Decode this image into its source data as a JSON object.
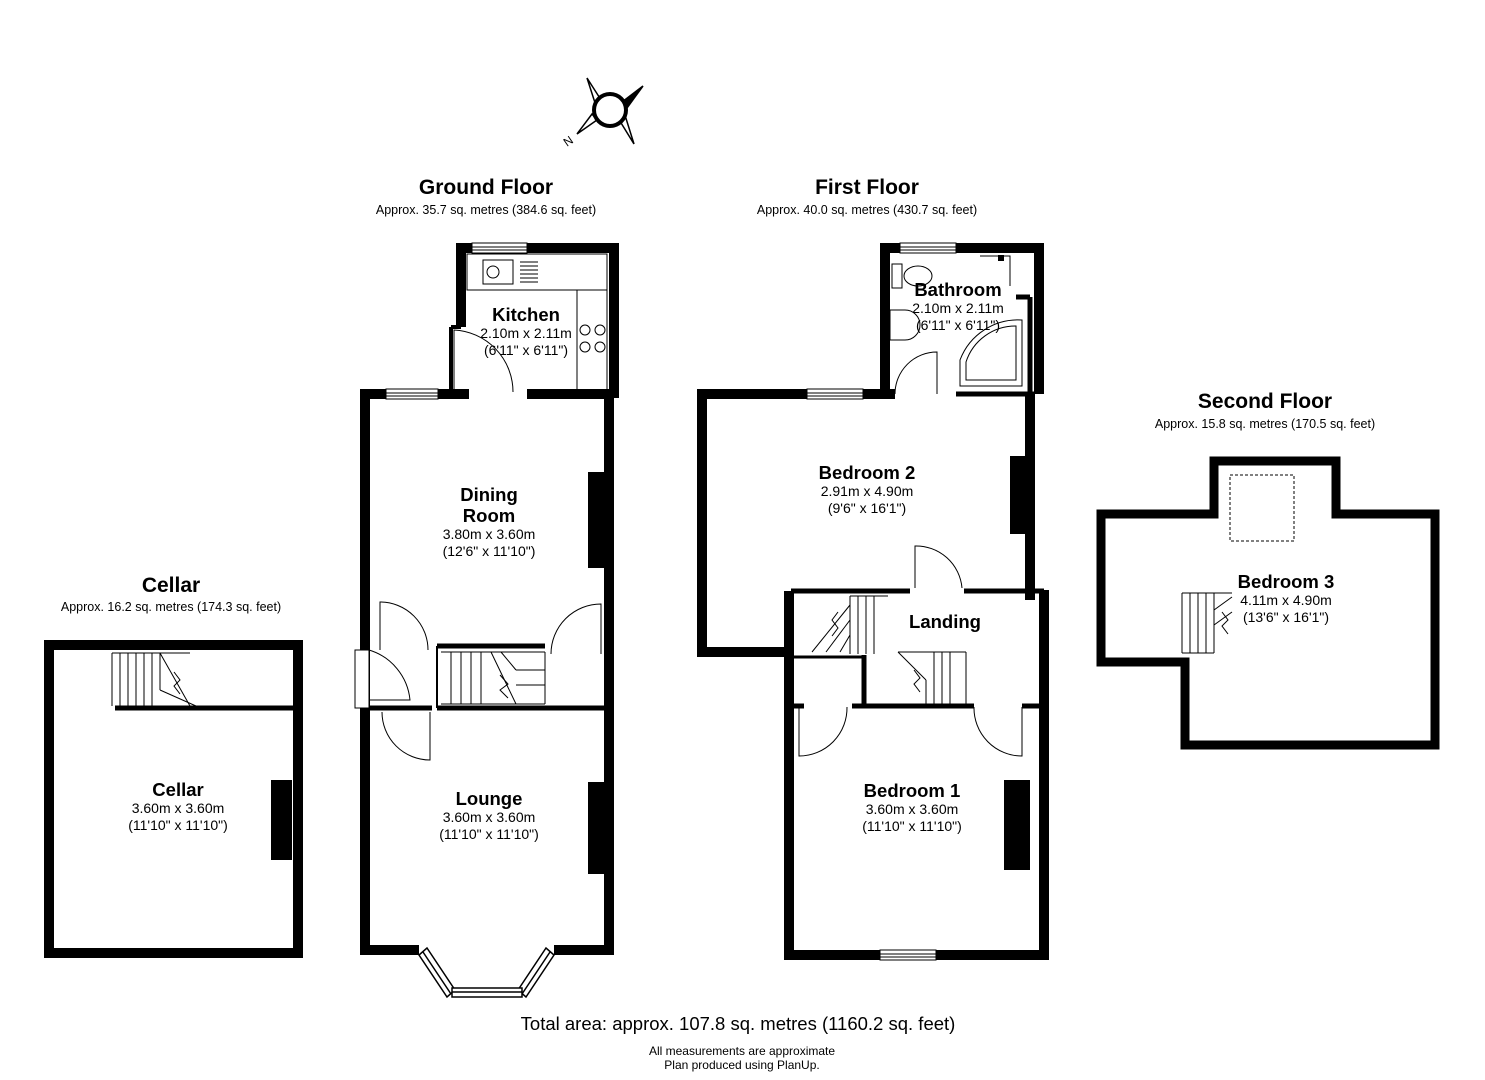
{
  "floors": {
    "ground": {
      "title": "Ground Floor",
      "area": "Approx. 35.7 sq. metres (384.6 sq. feet)"
    },
    "first": {
      "title": "First Floor",
      "area": "Approx. 40.0 sq. metres (430.7 sq. feet)"
    },
    "second": {
      "title": "Second Floor",
      "area": "Approx. 15.8 sq. metres (170.5 sq. feet)"
    },
    "cellar": {
      "title": "Cellar",
      "area": "Approx. 16.2 sq. metres (174.3 sq. feet)"
    }
  },
  "rooms": {
    "kitchen": {
      "name": "Kitchen",
      "metric": "2.10m x 2.11m",
      "imperial": "(6'11\" x 6'11\")"
    },
    "dining": {
      "name_line1": "Dining",
      "name_line2": "Room",
      "metric": "3.80m x 3.60m",
      "imperial": "(12'6\" x 11'10\")"
    },
    "lounge": {
      "name": "Lounge",
      "metric": "3.60m x 3.60m",
      "imperial": "(11'10\" x 11'10\")"
    },
    "cellar": {
      "name": "Cellar",
      "metric": "3.60m x 3.60m",
      "imperial": "(11'10\" x 11'10\")"
    },
    "bathroom": {
      "name": "Bathroom",
      "metric": "2.10m x 2.11m",
      "imperial": "(6'11\" x 6'11\")"
    },
    "bedroom2": {
      "name": "Bedroom 2",
      "metric": "2.91m x 4.90m",
      "imperial": "(9'6\" x 16'1\")"
    },
    "landing": {
      "name": "Landing"
    },
    "bedroom1": {
      "name": "Bedroom 1",
      "metric": "3.60m x 3.60m",
      "imperial": "(11'10\" x 11'10\")"
    },
    "bedroom3": {
      "name": "Bedroom 3",
      "metric": "4.11m x 4.90m",
      "imperial": "(13'6\" x 16'1\")"
    }
  },
  "compass": {
    "label": "N",
    "icon": "compass-icon"
  },
  "total_area": "Total area: approx. 107.8 sq. metres (1160.2 sq. feet)",
  "footer": {
    "line1": "All measurements are approximate",
    "line2": "Plan produced using PlanUp."
  }
}
